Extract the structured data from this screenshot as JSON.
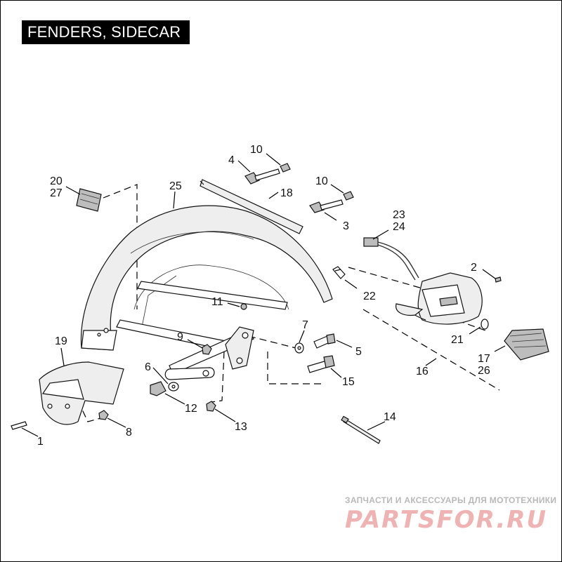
{
  "title": "FENDERS, SIDECAR",
  "callouts": [
    {
      "id": "c20",
      "label": "20"
    },
    {
      "id": "c27",
      "label": "27"
    },
    {
      "id": "c25",
      "label": "25"
    },
    {
      "id": "c4",
      "label": "4"
    },
    {
      "id": "c10a",
      "label": "10"
    },
    {
      "id": "c18",
      "label": "18"
    },
    {
      "id": "c10b",
      "label": "10"
    },
    {
      "id": "c3",
      "label": "3"
    },
    {
      "id": "c23",
      "label": "23"
    },
    {
      "id": "c24",
      "label": "24"
    },
    {
      "id": "c2",
      "label": "2"
    },
    {
      "id": "c22",
      "label": "22"
    },
    {
      "id": "c11",
      "label": "11"
    },
    {
      "id": "c7",
      "label": "7"
    },
    {
      "id": "c21",
      "label": "21"
    },
    {
      "id": "c9",
      "label": "9"
    },
    {
      "id": "c5",
      "label": "5"
    },
    {
      "id": "c17",
      "label": "17"
    },
    {
      "id": "c26",
      "label": "26"
    },
    {
      "id": "c16",
      "label": "16"
    },
    {
      "id": "c19",
      "label": "19"
    },
    {
      "id": "c6",
      "label": "6"
    },
    {
      "id": "c15",
      "label": "15"
    },
    {
      "id": "c12",
      "label": "12"
    },
    {
      "id": "c13",
      "label": "13"
    },
    {
      "id": "c8",
      "label": "8"
    },
    {
      "id": "c1",
      "label": "1"
    },
    {
      "id": "c14",
      "label": "14"
    }
  ],
  "watermark": {
    "text": "ЗАПЧАСТИ И АКСЕССУАРЫ ДЛЯ МОТОТЕХНИКИ",
    "logo": "PARTSFOR.RU"
  }
}
